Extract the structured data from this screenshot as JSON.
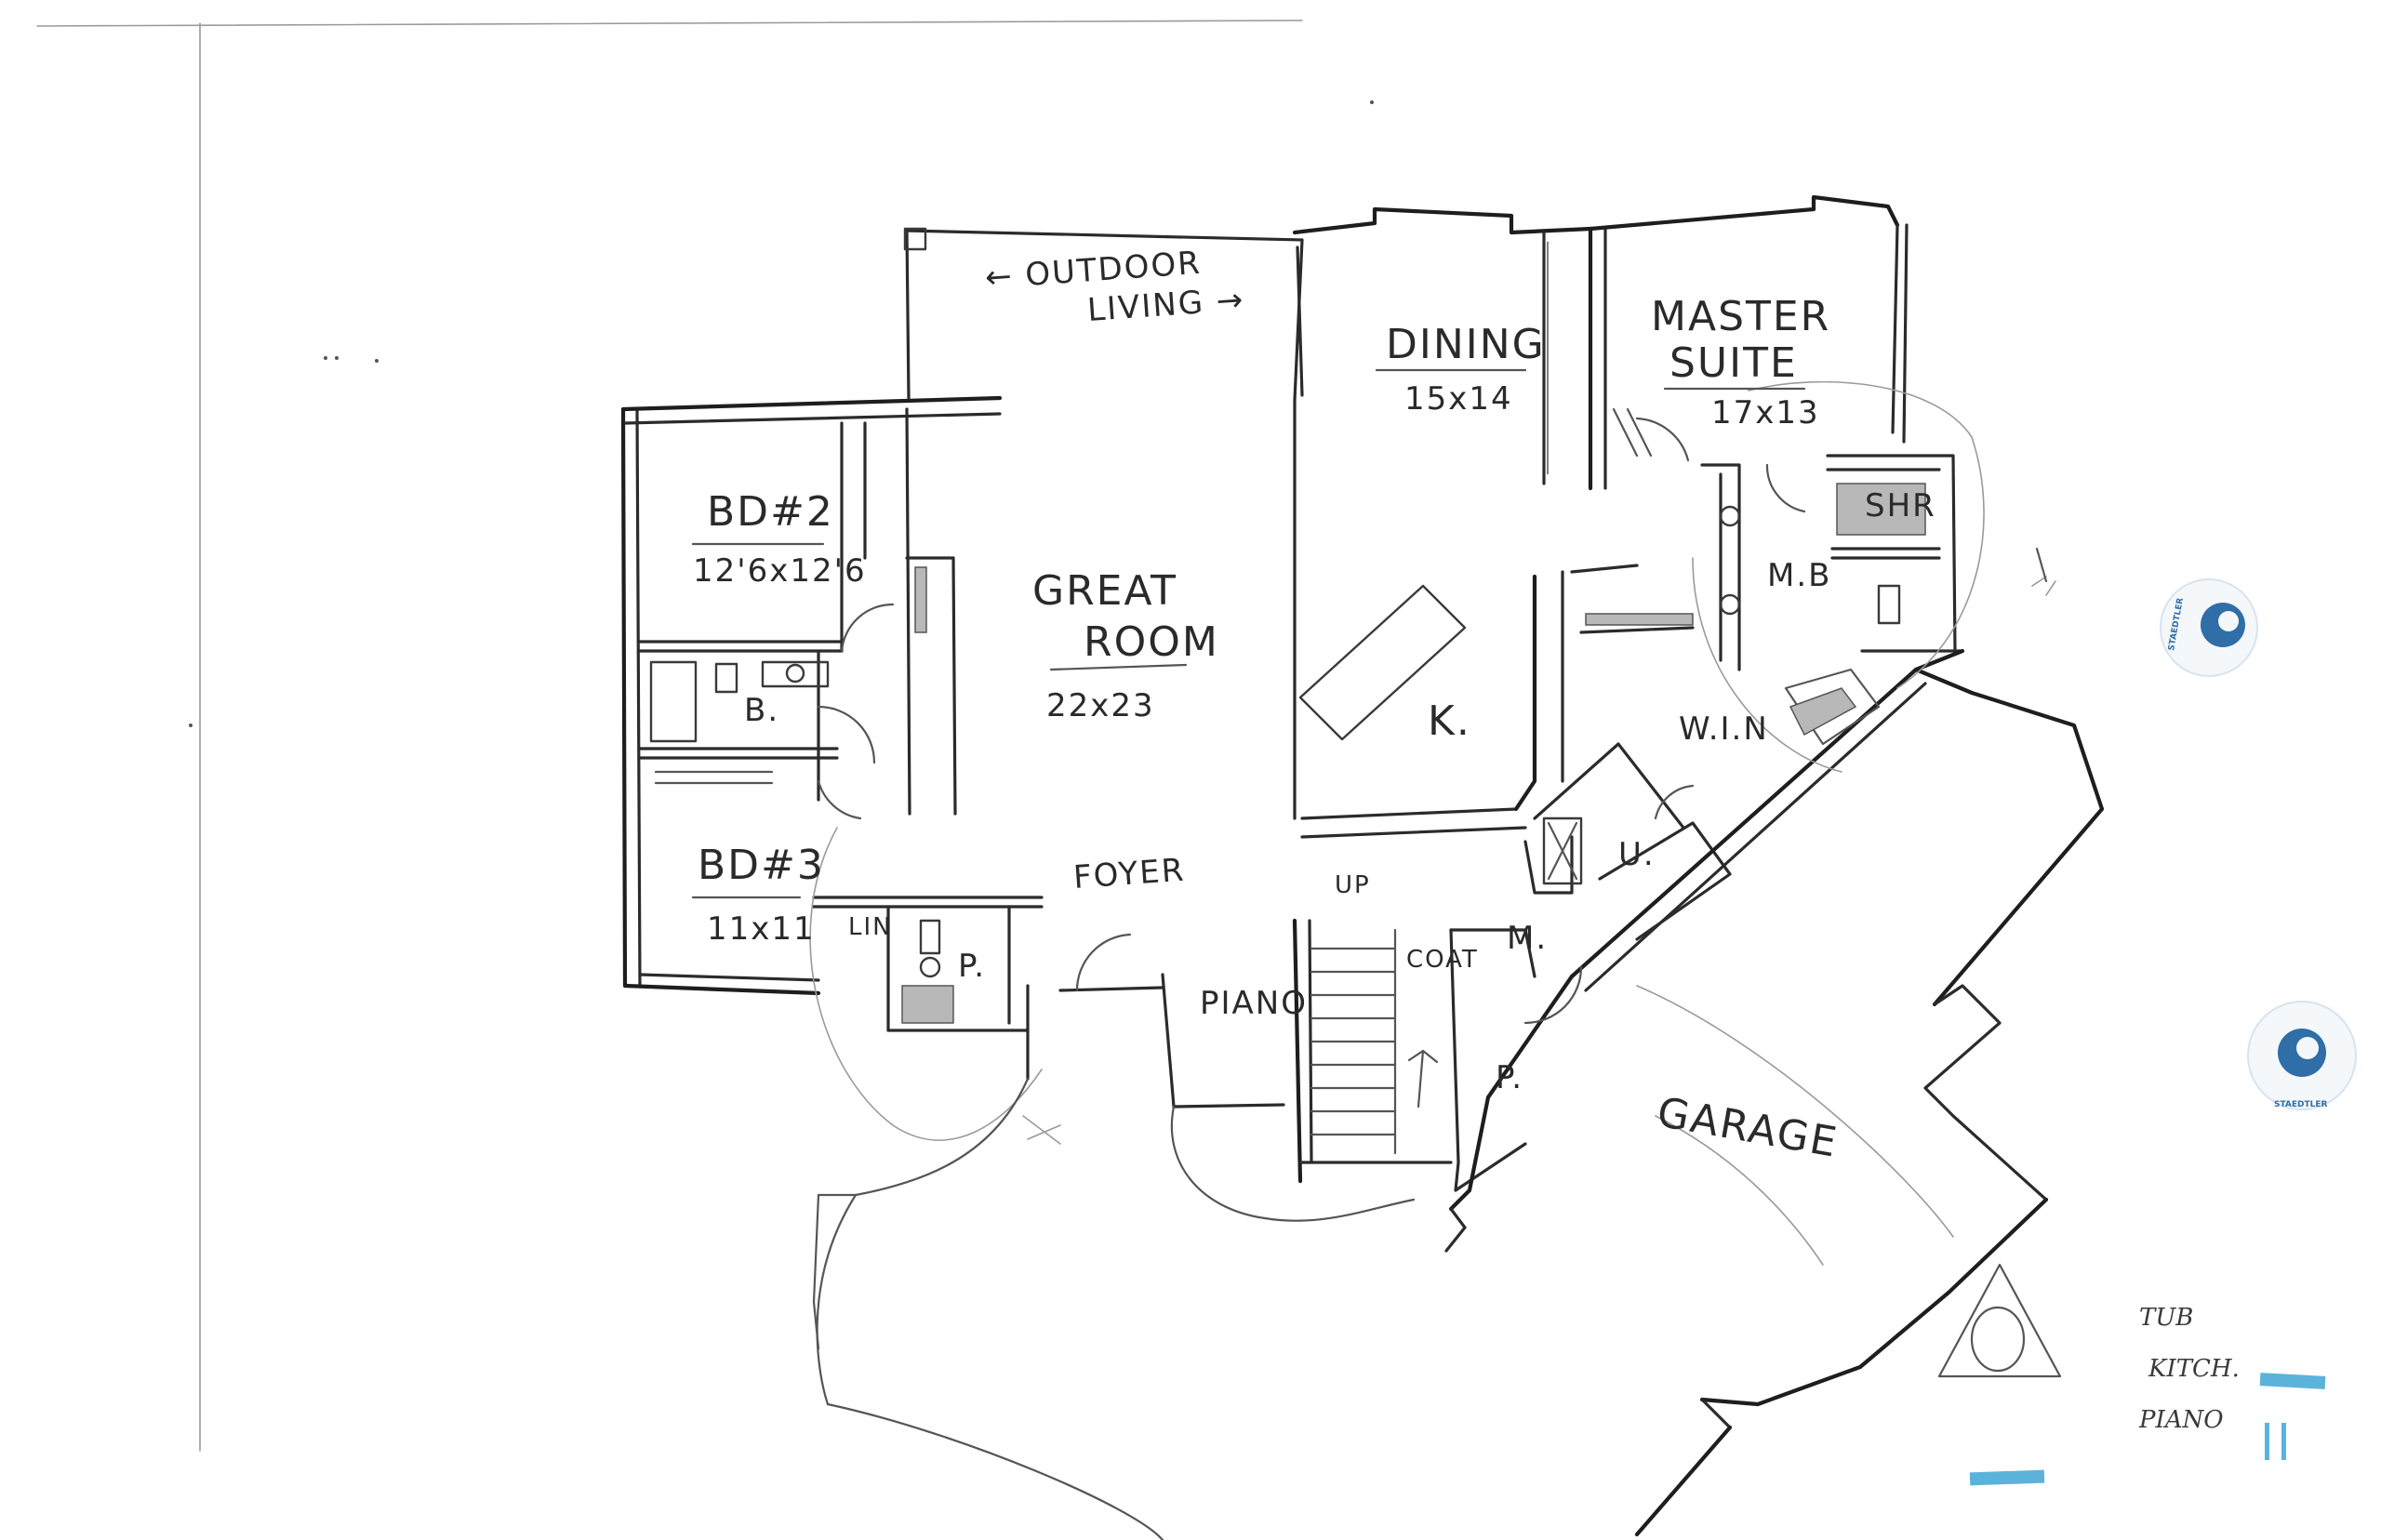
{
  "rooms": {
    "outdoor_living": {
      "line1": "← OUTDOOR",
      "line2": "LIVING →"
    },
    "dining": {
      "name": "DINING",
      "size": "15x14"
    },
    "master_suite": {
      "line1": "MASTER",
      "line2": "SUITE",
      "size": "17x13"
    },
    "bedroom2": {
      "name": "BD#2",
      "size": "12'6x12'6"
    },
    "great_room": {
      "line1": "GREAT",
      "line2": "ROOM",
      "size": "22x23"
    },
    "kitchen": {
      "name": "K."
    },
    "bath": {
      "name": "B."
    },
    "bedroom3": {
      "name": "BD#3",
      "size": "11x11"
    },
    "linen": {
      "name": "LIN"
    },
    "powder": {
      "name": "P."
    },
    "foyer": {
      "name": "FOYER"
    },
    "piano": {
      "name": "PIANO"
    },
    "stair_up": {
      "name": "UP"
    },
    "coat": {
      "name": "COAT"
    },
    "mudroom": {
      "name": "M."
    },
    "pantry": {
      "name": "P."
    },
    "utility": {
      "name": "U."
    },
    "walk_in": {
      "name": "W.I.N"
    },
    "master_bath": {
      "name": "M.B"
    },
    "shower": {
      "name": "SHR"
    },
    "garage": {
      "name": "GARAGE"
    }
  },
  "margin_notes": {
    "line1": "TUB",
    "line2": "KITCH.",
    "line3": "PIANO"
  },
  "stickers": {
    "brand": "STAEDTLER",
    "color": "#2f6ea6"
  },
  "tape_color": "#3ea6d6"
}
